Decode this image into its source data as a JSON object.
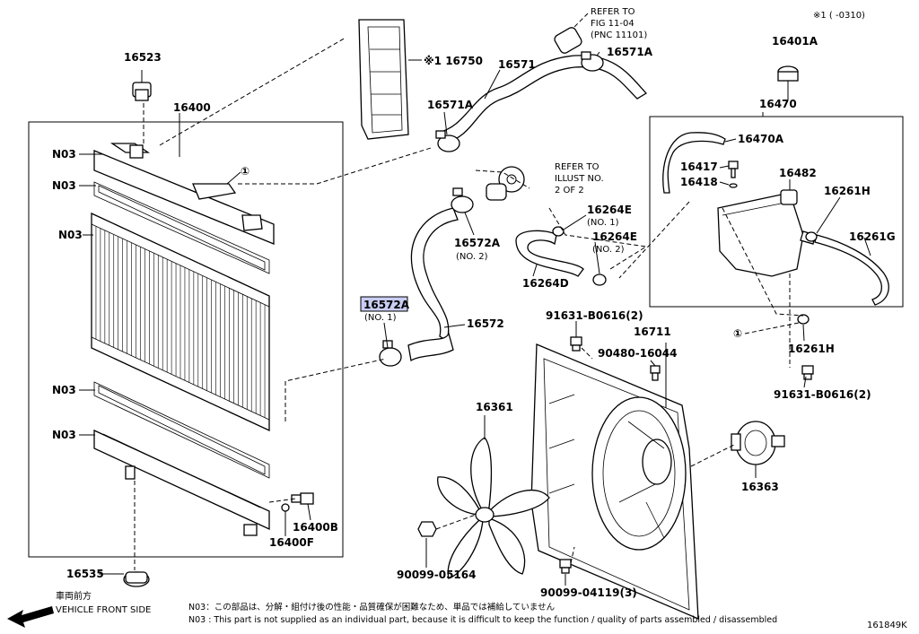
{
  "header": {
    "option_mark": "※1 (     -0310)",
    "diagram_id": "161849K"
  },
  "labels": {
    "p16523": "16523",
    "p16400": "16400",
    "p16750": "※1 16750",
    "p16571": "16571",
    "p16571a_top": "16571A",
    "p16571a_mid": "16571A",
    "refer_fig_1": "REFER TO",
    "refer_fig_2": "FIG 11-04",
    "refer_fig_3": "(PNC 11101)",
    "refer_illust_1": "REFER TO",
    "refer_illust_2": "ILLUST NO.",
    "refer_illust_3": "2 OF 2",
    "p16401a": "16401A",
    "p16470": "16470",
    "p16470a": "16470A",
    "p16417": "16417",
    "p16418": "16418",
    "p16482": "16482",
    "p16261h_top": "16261H",
    "p16261g": "16261G",
    "p16261h_bot": "16261H",
    "n03_1": "N03",
    "n03_2": "N03",
    "n03_3": "N03",
    "n03_4": "N03",
    "n03_5": "N03",
    "p16572a_no2": "16572A",
    "no2_a": "(NO. 2)",
    "p16264e_1": "16264E",
    "no1_a": "(NO. 1)",
    "p16264e_2": "16264E",
    "no2_b": "(NO. 2)",
    "p16264d": "16264D",
    "p16572a_no1": "16572A",
    "no1_b": "(NO. 1)",
    "p16572": "16572",
    "p91631_top": "91631-B0616(2)",
    "p16711": "16711",
    "p90480": "90480-16044",
    "p91631_bot": "91631-B0616(2)",
    "p16361": "16361",
    "p16363": "16363",
    "p16400b": "16400B",
    "p16400f": "16400F",
    "p16535": "16535",
    "p90099_05164": "90099-05164",
    "p90099_04119": "90099-04119(3)",
    "circle_ref": "①",
    "front_jp": "車両前方",
    "front_en": "VEHICLE FRONT SIDE"
  },
  "notes": {
    "jp": "N03：この部品は、分解・組付け後の性能・品質確保が困難なため、単品では補給していません",
    "en": "N03 : This part is not supplied as an individual part, because it is difficult to keep the function / quality of parts assembled / disassembled"
  },
  "colors": {
    "highlight": "#c9cdf2",
    "ink": "#000000"
  }
}
